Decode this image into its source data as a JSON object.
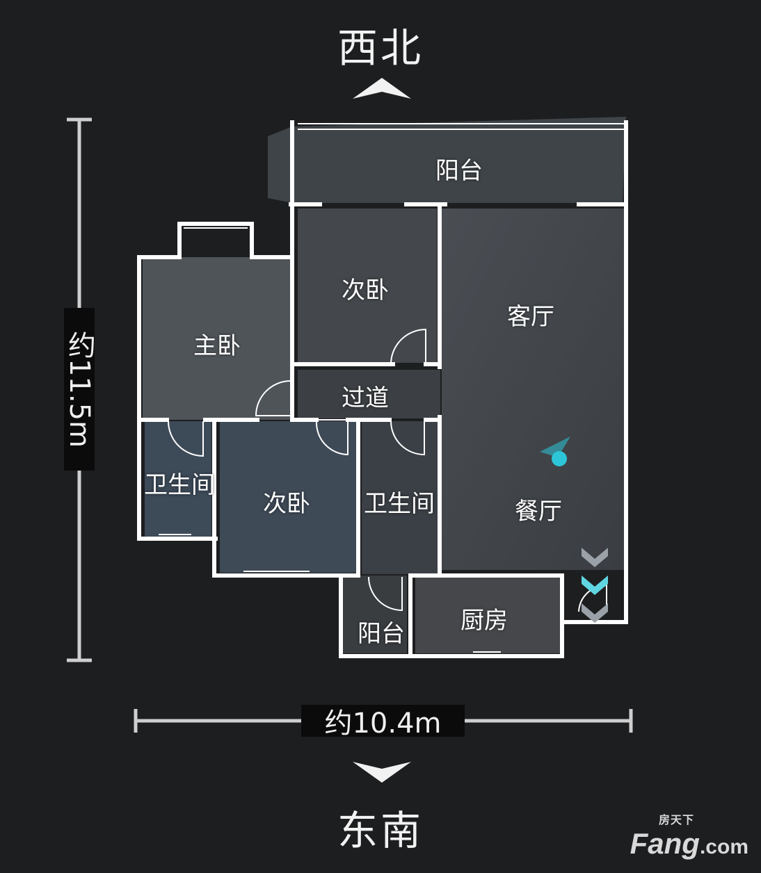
{
  "compass": {
    "top": "西北",
    "bottom": "东南"
  },
  "dimensions": {
    "height": "约11.5m",
    "width": "约10.4m"
  },
  "rooms": {
    "balcony_top": "阳台",
    "second_bedroom_top": "次卧",
    "living_room": "客厅",
    "master_bedroom": "主卧",
    "corridor": "过道",
    "bathroom_left": "卫生间",
    "second_bedroom_bottom": "次卧",
    "bathroom_middle": "卫生间",
    "dining_room": "餐厅",
    "balcony_bottom": "阳台",
    "kitchen": "厨房"
  },
  "watermark": {
    "cn": "房天下",
    "brand": "Fang",
    "suffix": ".com"
  },
  "colors": {
    "background": "#1d1e20",
    "wall": "#ffffff",
    "marker": "#2cc6d8"
  },
  "icons": {
    "up": "chevron-up-icon",
    "down": "chevron-down-icon",
    "position": "viewer-position-icon",
    "entrance": "entrance-chevrons-icon"
  }
}
